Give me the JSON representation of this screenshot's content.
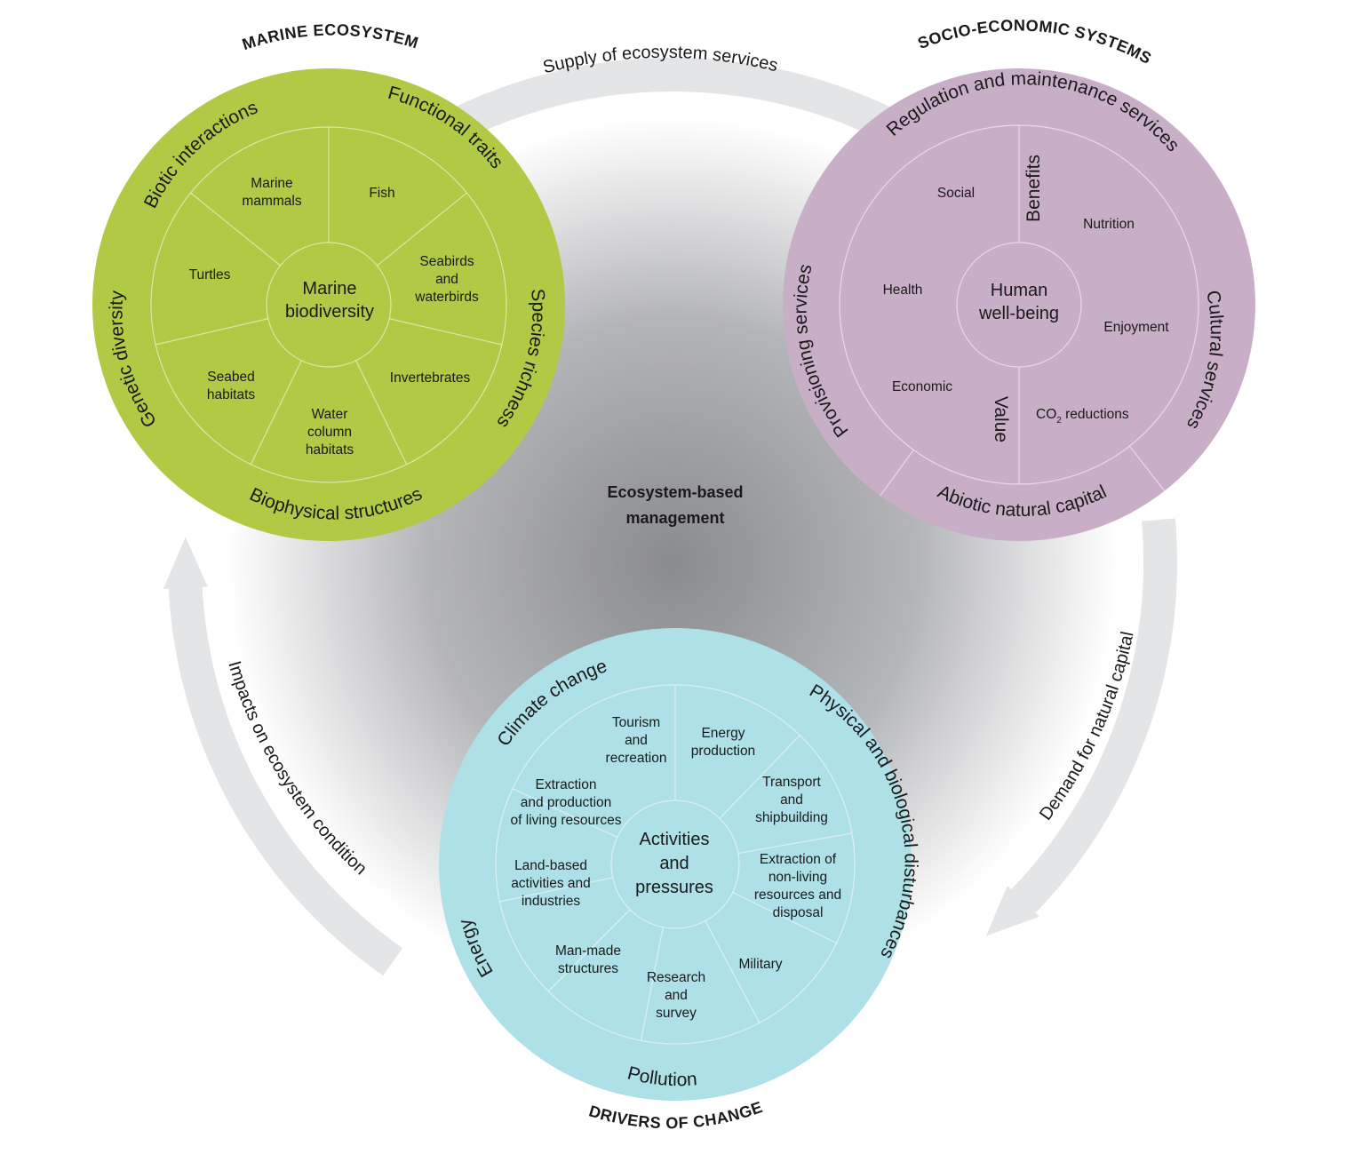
{
  "center_title": [
    "Ecosystem-based",
    "management"
  ],
  "arrows": {
    "supply": "Supply of ecosystem services",
    "demand": "Demand for natural capital",
    "impacts": "Impacts on ecosystem condition"
  },
  "marine": {
    "heading": "MARINE ECOSYSTEM",
    "center": [
      "Marine",
      "biodiversity"
    ],
    "ring": {
      "biotic": "Biotic interactions",
      "functional": "Functional traits",
      "species": "Species richness",
      "biophysical": "Biophysical structures",
      "genetic": "Genetic diversity"
    },
    "sectors": {
      "mammals": [
        "Marine",
        "mammals"
      ],
      "fish": [
        "Fish"
      ],
      "seabirds": [
        "Seabirds",
        "and",
        "waterbirds"
      ],
      "invertebrates": [
        "Invertebrates"
      ],
      "water_column": [
        "Water",
        "column",
        "habitats"
      ],
      "seabed": [
        "Seabed",
        "habitats"
      ],
      "turtles": [
        "Turtles"
      ]
    },
    "color": "#b1c944"
  },
  "socio": {
    "heading": "SOCIO-ECONOMIC SYSTEMS",
    "center": [
      "Human",
      "well-being"
    ],
    "ring": {
      "regulation": "Regulation and maintenance services",
      "cultural": "Cultural services",
      "abiotic": "Abiotic natural capital",
      "provisioning": "Provisioning services"
    },
    "divider_labels": {
      "benefits": "Benefits",
      "value": "Value"
    },
    "sectors": {
      "social": "Social",
      "nutrition": "Nutrition",
      "health": "Health",
      "enjoyment": "Enjoyment",
      "economic": "Economic",
      "co2": "CO",
      "co2_sub": "2",
      "co2_rest": " reductions"
    },
    "color": "#c9aec8"
  },
  "drivers": {
    "heading": "DRIVERS OF CHANGE",
    "center": [
      "Activities",
      "and",
      "pressures"
    ],
    "ring": {
      "climate": "Climate change",
      "physical": "Physical and biological disturbances",
      "pollution": "Pollution",
      "energy": "Energy"
    },
    "sectors": {
      "tourism": [
        "Tourism",
        "and",
        "recreation"
      ],
      "energy_prod": [
        "Energy",
        "production"
      ],
      "transport": [
        "Transport",
        "and",
        "shipbuilding"
      ],
      "extraction_nonliving": [
        "Extraction of",
        "non-living",
        "resources and",
        "disposal"
      ],
      "military": [
        "Military"
      ],
      "research": [
        "Research",
        "and",
        "survey"
      ],
      "manmade": [
        "Man-made",
        "structures"
      ],
      "landbased": [
        "Land-based",
        "activities and",
        "industries"
      ],
      "extraction_living": [
        "Extraction",
        "and production",
        "of living resources"
      ]
    },
    "color": "#aee0e8"
  }
}
